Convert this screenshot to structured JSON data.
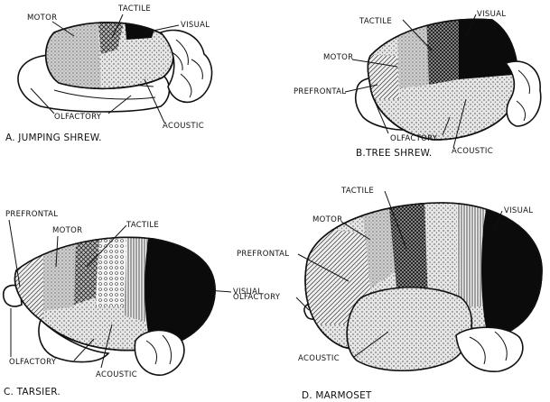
{
  "figure": {
    "panels": [
      {
        "id": "a",
        "caption": "A. JUMPING SHREW.",
        "labels": {
          "motor": "MOTOR",
          "tactile": "TACTILE",
          "visual": "VISUAL",
          "olfactory": "OLFACTORY",
          "acoustic": "ACOUSTIC"
        }
      },
      {
        "id": "b",
        "caption": "B.TREE SHREW.",
        "labels": {
          "tactile": "TACTILE",
          "visual": "VISUAL",
          "motor": "MOTOR",
          "prefrontal": "PREFRONTAL",
          "olfactory": "OLFACTORY",
          "acoustic": "ACOUSTIC"
        }
      },
      {
        "id": "c",
        "caption": "C. TARSIER.",
        "labels": {
          "prefrontal": "PREFRONTAL",
          "motor": "MOTOR",
          "tactile": "TACTILE",
          "visual": "VISUAL",
          "olfactory": "OLFACTORY",
          "acoustic": "ACOUSTIC"
        }
      },
      {
        "id": "d",
        "caption": "D. MARMOSET",
        "labels": {
          "tactile": "TACTILE",
          "visual": "VISUAL",
          "motor": "MOTOR",
          "prefrontal": "PREFRONTAL",
          "olfactory": "OLFACTORY",
          "acoustic": "ACOUSTIC"
        }
      }
    ],
    "region_patterns": {
      "motor": "fine-stipple",
      "tactile": "cross-hatch",
      "visual": "solid-black",
      "acoustic": "stipple",
      "prefrontal": "diagonal-lines",
      "olfactory": "unshaded"
    }
  }
}
